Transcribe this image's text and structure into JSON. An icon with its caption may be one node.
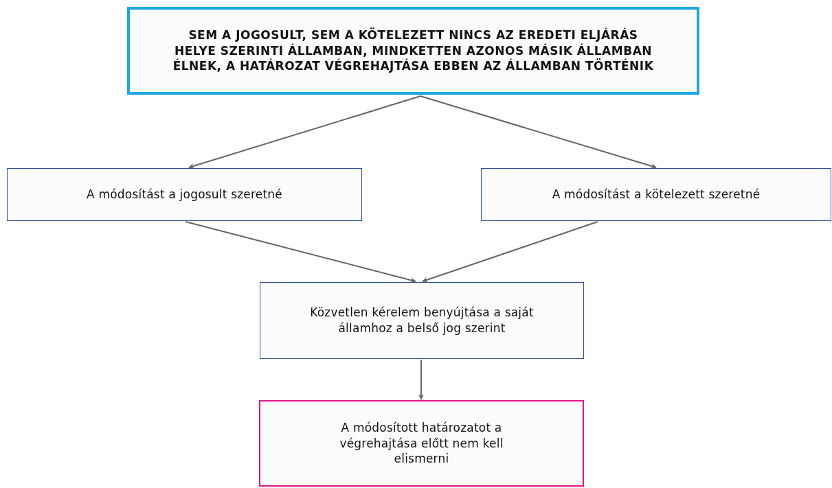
{
  "diagram": {
    "nodes": [
      {
        "text": [
          "SEM A JOGOSULT, SEM A KÖTELEZETT NINCS AZ EREDETI ELJÁRÁS HELYE SZERINTI ÁLLAMBAN, MINDKETTEN AZONOS MÁSIK ÁLLAMBAN ÉLNEK, A HATÁROZAT VÉGREHAJTÁSA EBBEN AZ ÁLLAMBAN TÖRTÉNIK"
        ]
      },
      {
        "text": [
          "A módosítást a jogosult szeretné"
        ]
      },
      {
        "text": [
          "A módosítást a kötelezett szeretné"
        ]
      },
      {
        "text": [
          "Közvetlen kérelem benyújtása a saját államhoz a belső jog szerint"
        ]
      },
      {
        "text": [
          "A módosított határozatot a végrehajtása előtt nem kell elismerni"
        ]
      }
    ],
    "edges": [
      {
        "from": 0,
        "to": 1,
        "arrow": "to"
      },
      {
        "from": 0,
        "to": 2,
        "arrow": "to"
      },
      {
        "from": 1,
        "to": 3,
        "arrow": "to"
      },
      {
        "from": 2,
        "to": 3,
        "arrow": "to"
      },
      {
        "from": 3,
        "to": 4,
        "arrow": "to"
      }
    ]
  }
}
